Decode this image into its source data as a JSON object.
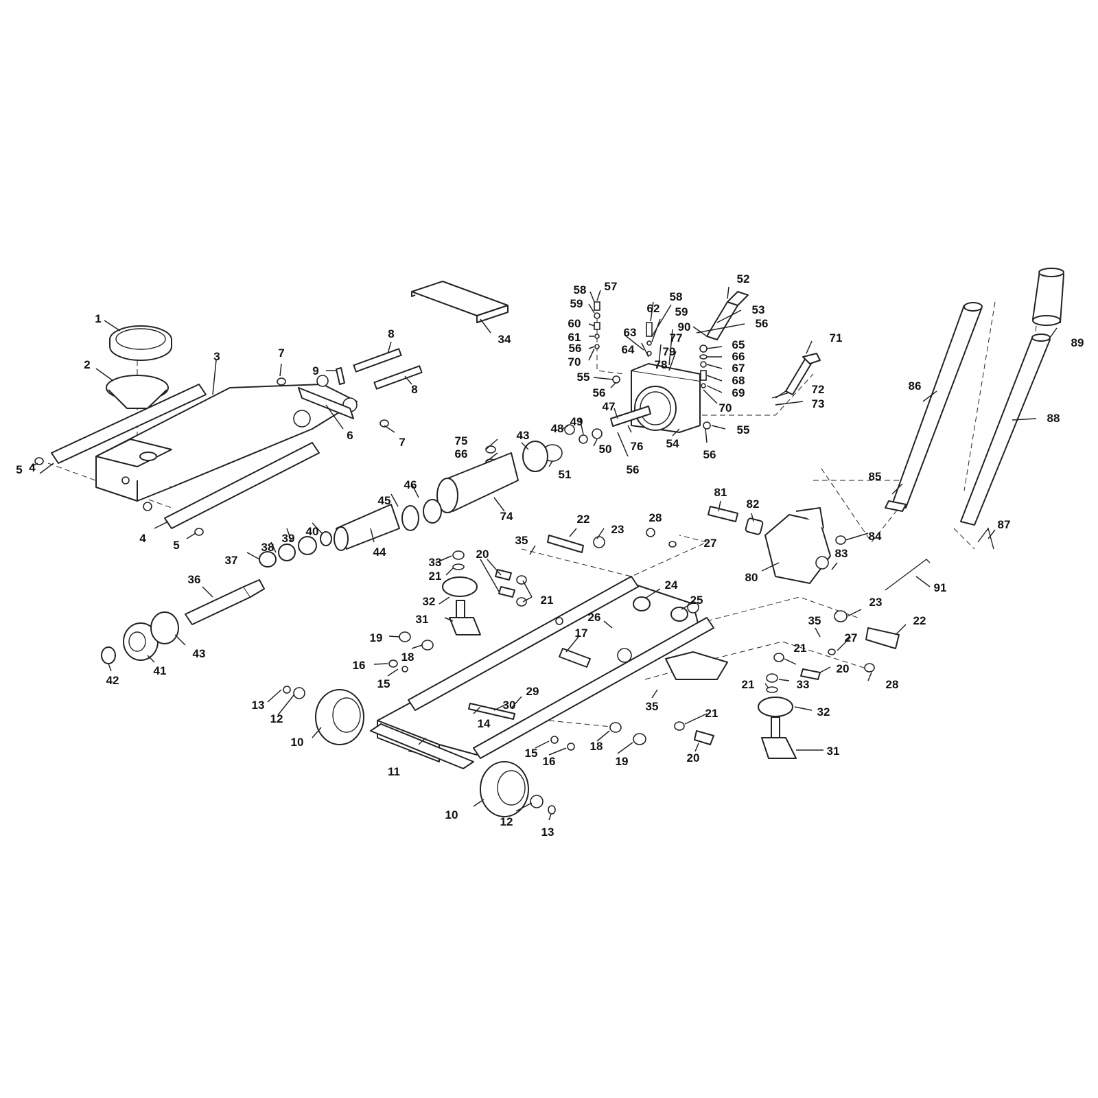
{
  "colors": {
    "line": "#222222",
    "background": "#ffffff",
    "text": "#111111"
  },
  "labels": [
    {
      "id": "l1",
      "text": "1"
    },
    {
      "id": "l2",
      "text": "2"
    },
    {
      "id": "l3",
      "text": "3"
    },
    {
      "id": "l4a",
      "text": "4"
    },
    {
      "id": "l4b",
      "text": "4"
    },
    {
      "id": "l5a",
      "text": "5"
    },
    {
      "id": "l5b",
      "text": "5"
    },
    {
      "id": "l6",
      "text": "6"
    },
    {
      "id": "l7a",
      "text": "7"
    },
    {
      "id": "l7b",
      "text": "7"
    },
    {
      "id": "l8a",
      "text": "8"
    },
    {
      "id": "l8b",
      "text": "8"
    },
    {
      "id": "l9",
      "text": "9"
    },
    {
      "id": "l10a",
      "text": "10"
    },
    {
      "id": "l10b",
      "text": "10"
    },
    {
      "id": "l11",
      "text": "11"
    },
    {
      "id": "l12a",
      "text": "12"
    },
    {
      "id": "l12b",
      "text": "12"
    },
    {
      "id": "l13a",
      "text": "13"
    },
    {
      "id": "l13b",
      "text": "13"
    },
    {
      "id": "l14",
      "text": "14"
    },
    {
      "id": "l15a",
      "text": "15"
    },
    {
      "id": "l15b",
      "text": "15"
    },
    {
      "id": "l16a",
      "text": "16"
    },
    {
      "id": "l16b",
      "text": "16"
    },
    {
      "id": "l17",
      "text": "17"
    },
    {
      "id": "l18a",
      "text": "18"
    },
    {
      "id": "l18b",
      "text": "18"
    },
    {
      "id": "l19a",
      "text": "19"
    },
    {
      "id": "l19b",
      "text": "19"
    },
    {
      "id": "l20a",
      "text": "20"
    },
    {
      "id": "l20b",
      "text": "20"
    },
    {
      "id": "l20c",
      "text": "20"
    },
    {
      "id": "l21a",
      "text": "21"
    },
    {
      "id": "l21b",
      "text": "21"
    },
    {
      "id": "l21c",
      "text": "21"
    },
    {
      "id": "l21d",
      "text": "21"
    },
    {
      "id": "l21e",
      "text": "21"
    },
    {
      "id": "l22a",
      "text": "22"
    },
    {
      "id": "l22b",
      "text": "22"
    },
    {
      "id": "l23a",
      "text": "23"
    },
    {
      "id": "l23b",
      "text": "23"
    },
    {
      "id": "l24",
      "text": "24"
    },
    {
      "id": "l25",
      "text": "25"
    },
    {
      "id": "l26",
      "text": "26"
    },
    {
      "id": "l27a",
      "text": "27"
    },
    {
      "id": "l27b",
      "text": "27"
    },
    {
      "id": "l28a",
      "text": "28"
    },
    {
      "id": "l28b",
      "text": "28"
    },
    {
      "id": "l29",
      "text": "29"
    },
    {
      "id": "l30",
      "text": "30"
    },
    {
      "id": "l31a",
      "text": "31"
    },
    {
      "id": "l31b",
      "text": "31"
    },
    {
      "id": "l32a",
      "text": "32"
    },
    {
      "id": "l32b",
      "text": "32"
    },
    {
      "id": "l33a",
      "text": "33"
    },
    {
      "id": "l33b",
      "text": "33"
    },
    {
      "id": "l34",
      "text": "34"
    },
    {
      "id": "l35a",
      "text": "35"
    },
    {
      "id": "l35b",
      "text": "35"
    },
    {
      "id": "l35c",
      "text": "35"
    },
    {
      "id": "l36",
      "text": "36"
    },
    {
      "id": "l37",
      "text": "37"
    },
    {
      "id": "l38",
      "text": "38"
    },
    {
      "id": "l39",
      "text": "39"
    },
    {
      "id": "l40",
      "text": "40"
    },
    {
      "id": "l41",
      "text": "41"
    },
    {
      "id": "l42",
      "text": "42"
    },
    {
      "id": "l43a",
      "text": "43"
    },
    {
      "id": "l43b",
      "text": "43"
    },
    {
      "id": "l44",
      "text": "44"
    },
    {
      "id": "l45",
      "text": "45"
    },
    {
      "id": "l46",
      "text": "46"
    },
    {
      "id": "l47",
      "text": "47"
    },
    {
      "id": "l48",
      "text": "48"
    },
    {
      "id": "l49",
      "text": "49"
    },
    {
      "id": "l50",
      "text": "50"
    },
    {
      "id": "l51",
      "text": "51"
    },
    {
      "id": "l52",
      "text": "52"
    },
    {
      "id": "l53",
      "text": "53"
    },
    {
      "id": "l54",
      "text": "54"
    },
    {
      "id": "l55a",
      "text": "55"
    },
    {
      "id": "l55b",
      "text": "55"
    },
    {
      "id": "l56a",
      "text": "56"
    },
    {
      "id": "l56b",
      "text": "56"
    },
    {
      "id": "l56c",
      "text": "56"
    },
    {
      "id": "l56d",
      "text": "56"
    },
    {
      "id": "l56e",
      "text": "56"
    },
    {
      "id": "l57",
      "text": "57"
    },
    {
      "id": "l58a",
      "text": "58"
    },
    {
      "id": "l58b",
      "text": "58"
    },
    {
      "id": "l59a",
      "text": "59"
    },
    {
      "id": "l59b",
      "text": "59"
    },
    {
      "id": "l60",
      "text": "60"
    },
    {
      "id": "l61",
      "text": "61"
    },
    {
      "id": "l62",
      "text": "62"
    },
    {
      "id": "l63",
      "text": "63"
    },
    {
      "id": "l64",
      "text": "64"
    },
    {
      "id": "l65",
      "text": "65"
    },
    {
      "id": "l66a",
      "text": "66"
    },
    {
      "id": "l66b",
      "text": "66"
    },
    {
      "id": "l67",
      "text": "67"
    },
    {
      "id": "l68",
      "text": "68"
    },
    {
      "id": "l69",
      "text": "69"
    },
    {
      "id": "l70a",
      "text": "70"
    },
    {
      "id": "l70b",
      "text": "70"
    },
    {
      "id": "l71",
      "text": "71"
    },
    {
      "id": "l72",
      "text": "72"
    },
    {
      "id": "l73",
      "text": "73"
    },
    {
      "id": "l74",
      "text": "74"
    },
    {
      "id": "l75",
      "text": "75"
    },
    {
      "id": "l76",
      "text": "76"
    },
    {
      "id": "l77",
      "text": "77"
    },
    {
      "id": "l78",
      "text": "78"
    },
    {
      "id": "l79",
      "text": "79"
    },
    {
      "id": "l80",
      "text": "80"
    },
    {
      "id": "l81",
      "text": "81"
    },
    {
      "id": "l82",
      "text": "82"
    },
    {
      "id": "l83",
      "text": "83"
    },
    {
      "id": "l84",
      "text": "84"
    },
    {
      "id": "l85",
      "text": "85"
    },
    {
      "id": "l86",
      "text": "86"
    },
    {
      "id": "l87",
      "text": "87"
    },
    {
      "id": "l88",
      "text": "88"
    },
    {
      "id": "l89",
      "text": "89"
    },
    {
      "id": "l90",
      "text": "90"
    },
    {
      "id": "l91",
      "text": "91"
    }
  ]
}
